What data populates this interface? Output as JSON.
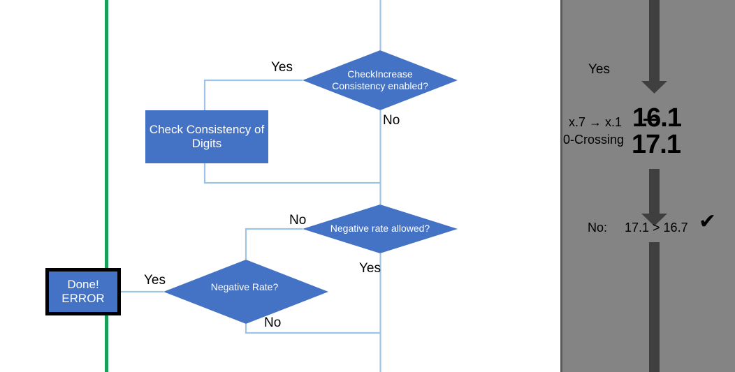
{
  "colors": {
    "shape_fill": "#4472c4",
    "connector": "#9dc3e6",
    "green_line": "#17a055",
    "panel_bg": "#848484",
    "arrow": "#3f3f3f",
    "shape_text": "#ffffff",
    "label_text": "#000000"
  },
  "flowchart": {
    "decisions": [
      {
        "id": "check-increase-consistency",
        "text": "CheckIncrease Consistency enabled?"
      },
      {
        "id": "negative-rate-allowed",
        "text": "Negative rate allowed?"
      },
      {
        "id": "negative-rate",
        "text": "Negative Rate?"
      }
    ],
    "process": {
      "id": "check-consistency-of-digits",
      "text": "Check Consistency of Digits"
    },
    "terminator": {
      "id": "done-error",
      "line1": "Done!",
      "line2": "ERROR"
    },
    "edge_labels": {
      "d1_yes": "Yes",
      "d1_no": "No",
      "d2_no": "No",
      "d2_yes": "Yes",
      "d3_yes": "Yes",
      "d3_no": "No"
    }
  },
  "panel": {
    "yes_label": "Yes",
    "annotation_line1": "x.7 → x.1",
    "annotation_line2": "0-Crossing",
    "value_struck": "16.1",
    "value_current": "17.1",
    "result_prefix": "No:",
    "result_comparison": "17.1 > 16.7",
    "result_check": "✔"
  }
}
